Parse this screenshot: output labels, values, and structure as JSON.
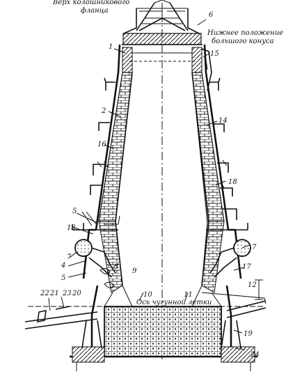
{
  "captions": {
    "top_left": [
      "Верх колошникового",
      "фланца"
    ],
    "top_right": [
      "Нижнее положение",
      "большого конуса"
    ],
    "hearth_axis": "Ось чугунной летки"
  },
  "labels": {
    "n1": "1",
    "n2": "2",
    "n3": "3",
    "n4": "4",
    "n5": "5",
    "n5b": "5",
    "n6": "6",
    "n7": "7",
    "n7b": "7",
    "n9": "9",
    "n10": "10",
    "n11": "11",
    "n12": "12",
    "n13": "13",
    "n14": "14",
    "n15": "15",
    "n16": "16",
    "n17": "17",
    "n18": "18",
    "n19": "19",
    "n20": "20",
    "n21": "21",
    "n22": "22",
    "n23": "23",
    "n24": "24"
  },
  "colors": {
    "ink": "#111111",
    "paper": "#ffffff"
  }
}
